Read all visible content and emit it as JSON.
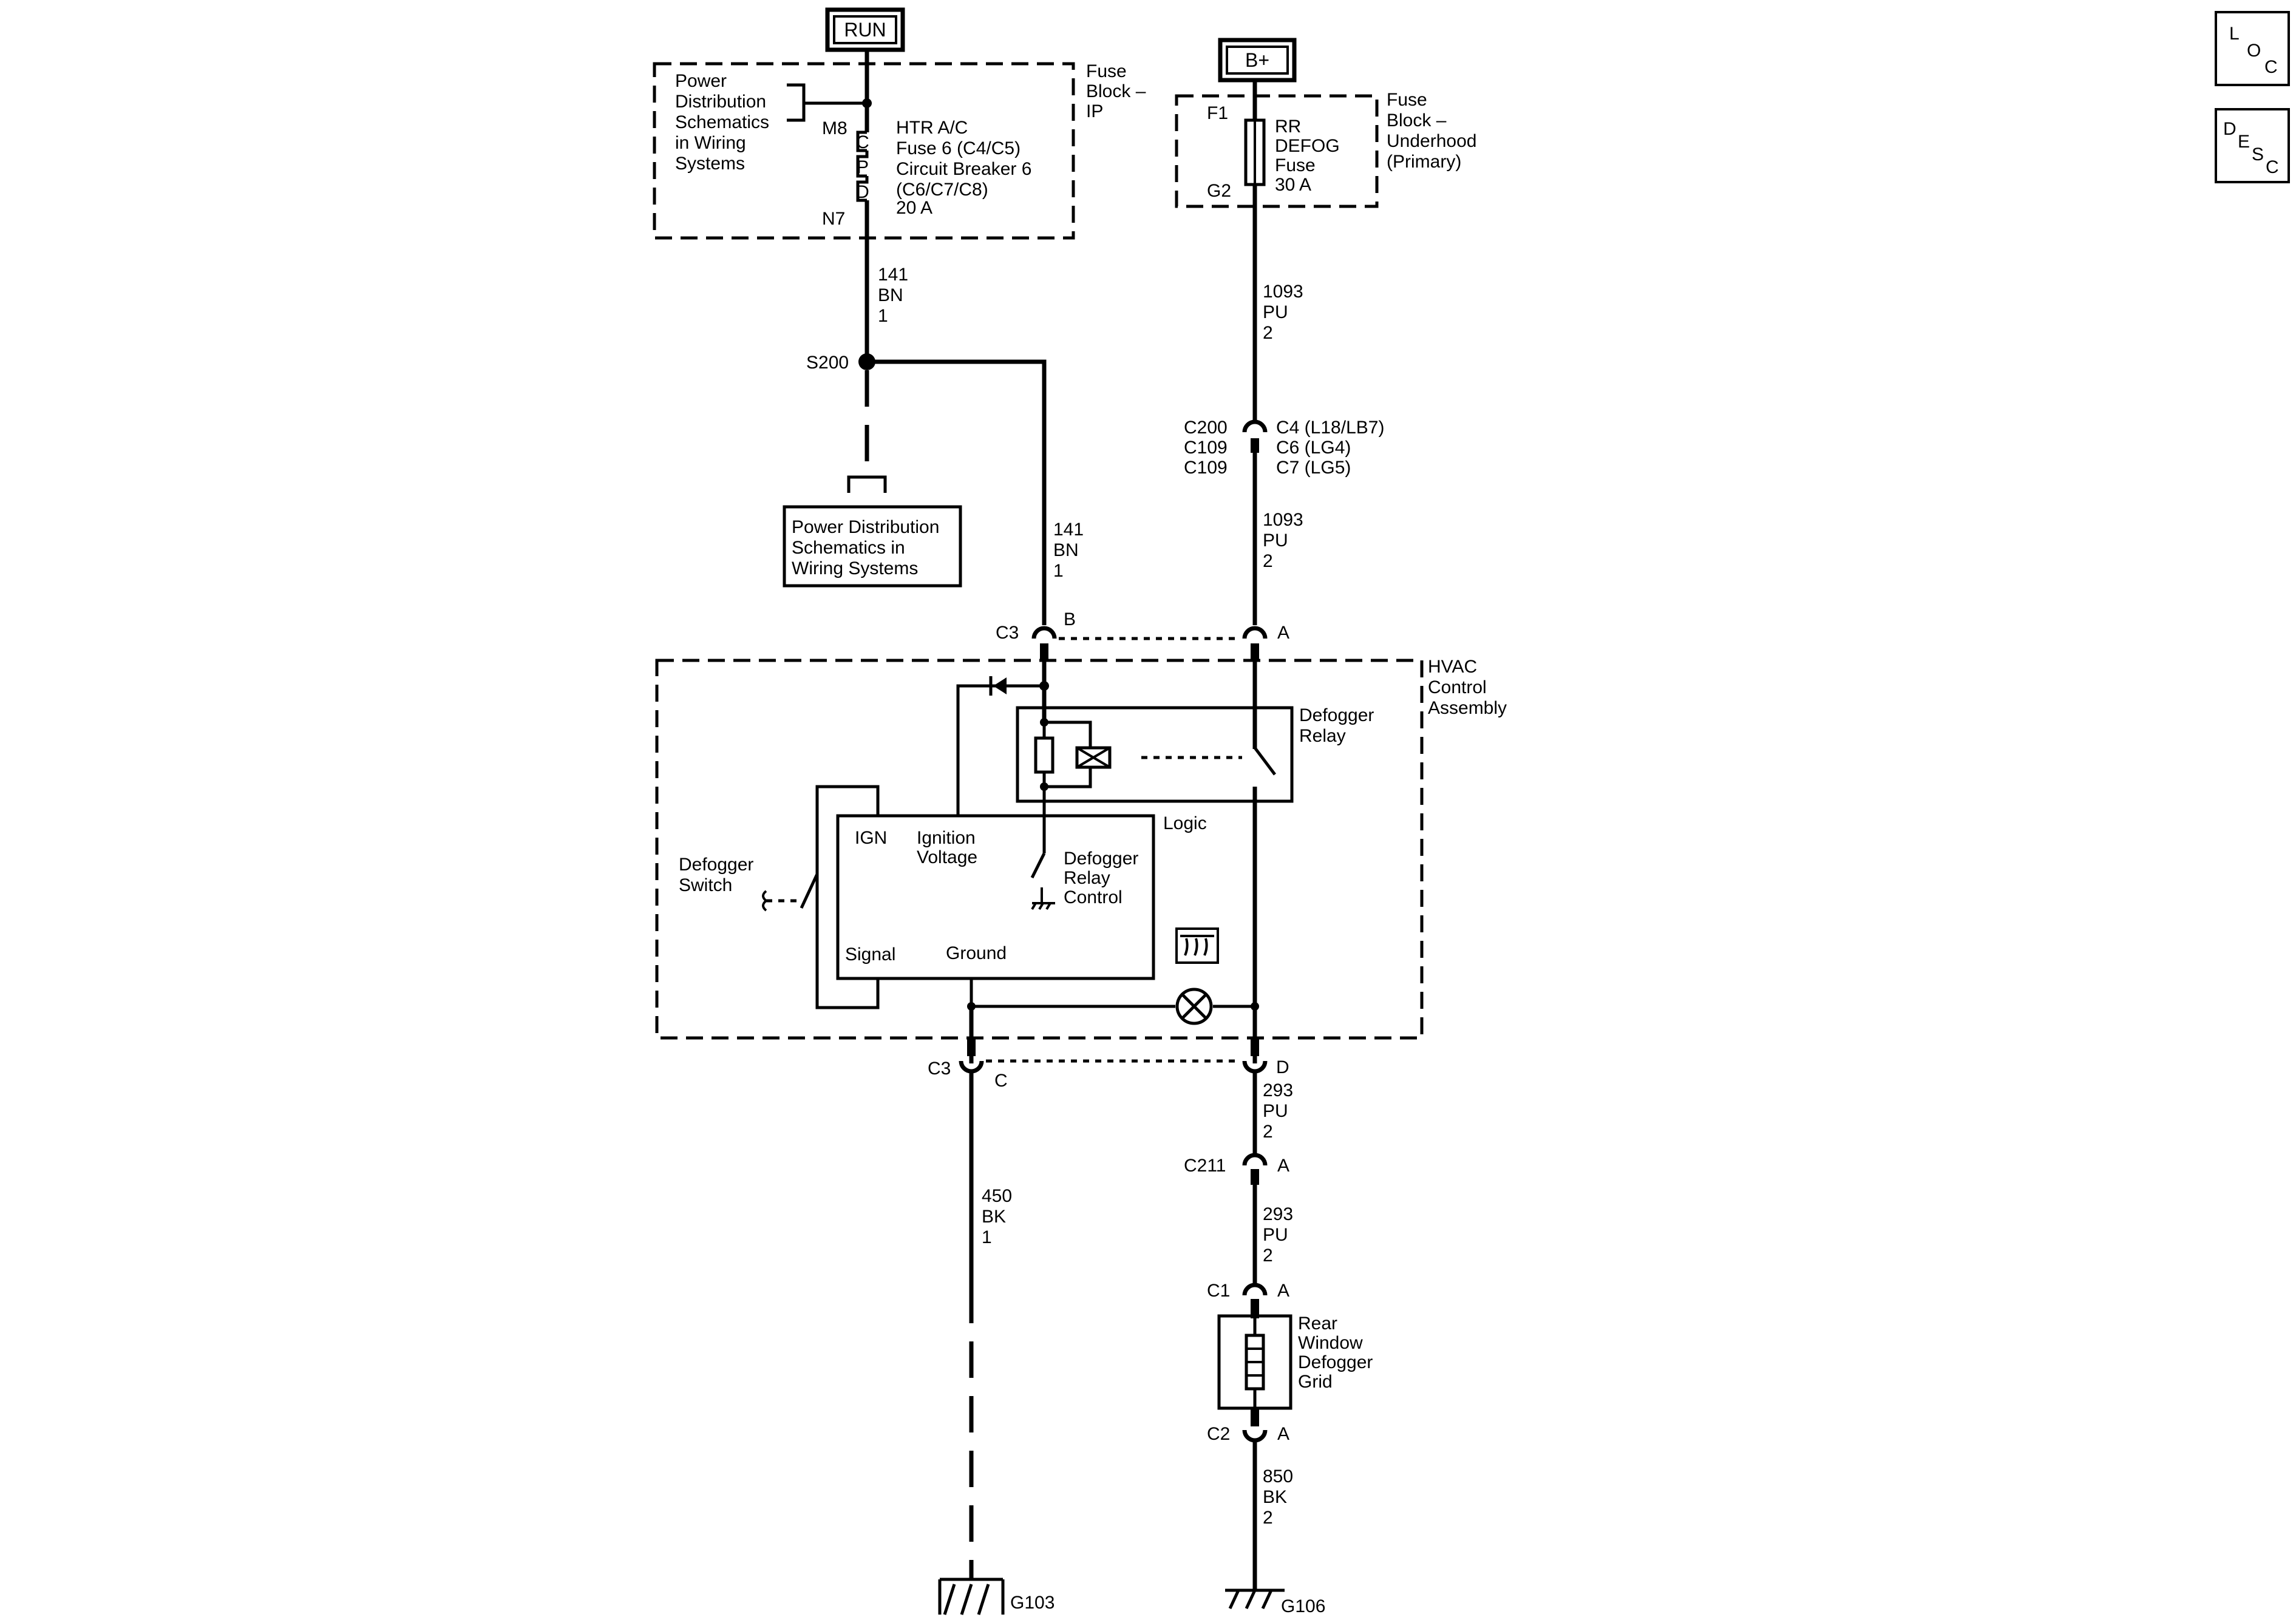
{
  "sources": {
    "run": "RUN",
    "bplus": "B+"
  },
  "corner_buttons": {
    "loc": [
      "L",
      "O",
      "C"
    ],
    "desc": [
      "D",
      "E",
      "S",
      "C"
    ]
  },
  "fuse_block_ip": {
    "title": [
      "Fuse",
      "Block –",
      "IP"
    ],
    "power_ref": [
      "Power",
      "Distribution",
      "Schematics",
      "in Wiring",
      "Systems"
    ],
    "pin_in": "M8",
    "pin_out": "N7",
    "cpd": [
      "C",
      "P",
      "D"
    ],
    "fuse_text": [
      "HTR A/C",
      "Fuse 6 (C4/C5)",
      "Circuit Breaker 6",
      "(C6/C7/C8)",
      "20 A"
    ]
  },
  "fuse_block_underhood": {
    "title": [
      "Fuse",
      "Block –",
      "Underhood",
      "(Primary)"
    ],
    "pin_in": "F1",
    "pin_out": "G2",
    "fuse_text": [
      "RR",
      "DEFOG",
      "Fuse",
      "30 A"
    ]
  },
  "wires": {
    "w141_top": [
      "141",
      "BN",
      "1"
    ],
    "w141_right": [
      "141",
      "BN",
      "1"
    ],
    "w1093_top": [
      "1093",
      "PU",
      "2"
    ],
    "w1093_mid": [
      "1093",
      "PU",
      "2"
    ],
    "w293_a": [
      "293",
      "PU",
      "2"
    ],
    "w293_b": [
      "293",
      "PU",
      "2"
    ],
    "w450": [
      "450",
      "BK",
      "1"
    ],
    "w850": [
      "850",
      "BK",
      "2"
    ]
  },
  "splice": {
    "label": "S200"
  },
  "power_dist_box": [
    "Power Distribution",
    "Schematics in",
    "Wiring  Systems"
  ],
  "inline_connector": {
    "left": [
      "C200",
      "C109",
      "C109"
    ],
    "right": [
      "C4 (L18/LB7)",
      "C6 (LG4)",
      "C7 (LG5)"
    ]
  },
  "hvac": {
    "title": [
      "HVAC",
      "Control",
      "Assembly"
    ],
    "c3_top": "C3",
    "pin_b": "B",
    "pin_a": "A",
    "c3_bottom": "C3",
    "pin_c": "C",
    "pin_d": "D",
    "relay_label": [
      "Defogger",
      "Relay"
    ],
    "logic_label": "Logic",
    "ign": "IGN",
    "ignition_voltage": [
      "Ignition",
      "Voltage"
    ],
    "relay_control": [
      "Defogger",
      "Relay",
      "Control"
    ],
    "signal": "Signal",
    "ground": "Ground",
    "switch_label": [
      "Defogger",
      "Switch"
    ]
  },
  "c211": {
    "label": "C211",
    "pin": "A"
  },
  "grid": {
    "c1": "C1",
    "c1_pin": "A",
    "label": [
      "Rear",
      "Window",
      "Defogger",
      "Grid"
    ],
    "c2": "C2",
    "c2_pin": "A"
  },
  "grounds": {
    "g103": "G103",
    "g106": "G106"
  }
}
